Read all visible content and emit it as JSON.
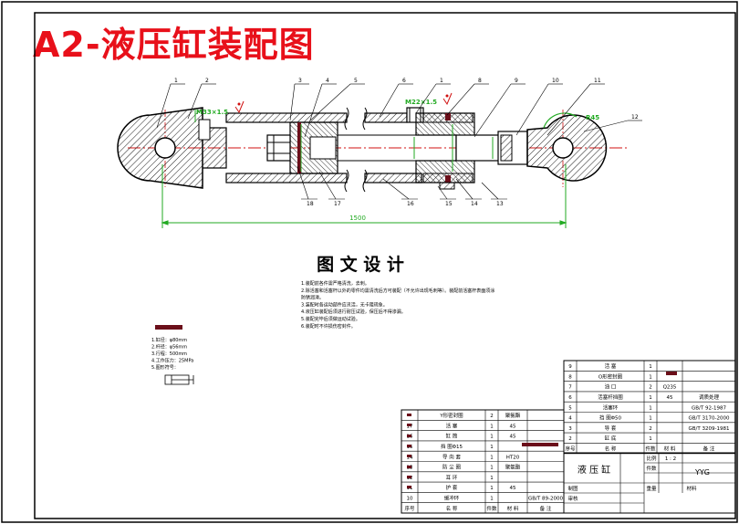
{
  "title": "A2-液压缸装配图",
  "colors": {
    "accent": "#e8101a",
    "dim": "#22aa22",
    "hatch": "#1a1a1a",
    "axis": "#d01010",
    "filled": "#6b0f1a"
  },
  "dimension": {
    "total_length": "1500"
  },
  "callouts": {
    "top": [
      "1",
      "2",
      "3",
      "4",
      "5",
      "6",
      "1",
      "8",
      "9",
      "10",
      "11",
      "12"
    ],
    "bottom": [
      "18",
      "17",
      "16",
      "15",
      "14",
      "13"
    ],
    "thread_a": "M33×1.5",
    "thread_b": "M22×1.5",
    "r_mark": "R45"
  },
  "design_title": "图 文 设 计",
  "tech_notes": [
    "1.装配前各件需严格清洗，去刺。",
    "2.除活塞和活塞杆以外的零件均需清洗后方可装配（不允许出现毛刺等）。装配前活塞杆表面须涂",
    "  防锈润滑。",
    "3.装配时各运动部件应灵活，无卡阻现象。",
    "4.液压缸装配后须进行耐压试验，保压后不得渗漏。",
    "5.装配完毕后须做运动试验。",
    "6.装配时不许损伤密封件。"
  ],
  "spec_list": [
    "1.缸径：φ80mm",
    "2.杆径：φ56mm",
    "3.行程：500mm",
    "4.工作压力：25MPa",
    "5.图形符号："
  ],
  "bom_upper": [
    {
      "no": "9",
      "name": "活 塞",
      "qty": "1",
      "mat": "",
      "note": ""
    },
    {
      "no": "8",
      "name": "O形密封圈",
      "qty": "1",
      "mat": "",
      "note": ""
    },
    {
      "no": "7",
      "name": "油 口",
      "qty": "2",
      "mat": "Q235",
      "note": ""
    },
    {
      "no": "6",
      "name": "活塞杆挡圈",
      "qty": "1",
      "mat": "45",
      "note": "调质处理"
    },
    {
      "no": "5",
      "name": "活塞环",
      "qty": "1",
      "mat": "",
      "note": "GB/T 92-1987"
    },
    {
      "no": "4",
      "name": "挡 圈Φ50",
      "qty": "1",
      "mat": "",
      "note": "GB/T 3170-2000"
    },
    {
      "no": "3",
      "name": "导 套",
      "qty": "2",
      "mat": "",
      "note": "GB/T 3209-1981"
    },
    {
      "no": "2",
      "name": "缸 底",
      "qty": "1",
      "mat": "",
      "note": ""
    }
  ],
  "bom_lower": [
    {
      "no": "",
      "name": "Y形密封圈",
      "qty": "2",
      "mat": "聚氨酯",
      "note": ""
    },
    {
      "no": "17",
      "name": "活 塞",
      "qty": "1",
      "mat": "45",
      "note": ""
    },
    {
      "no": "16",
      "name": "缸 筒",
      "qty": "1",
      "mat": "45",
      "note": ""
    },
    {
      "no": "15",
      "name": "挡 圈Φ15",
      "qty": "1",
      "mat": "",
      "note": ""
    },
    {
      "no": "14",
      "name": "导 向 套",
      "qty": "1",
      "mat": "HT20",
      "note": ""
    },
    {
      "no": "13",
      "name": "防 尘 圈",
      "qty": "1",
      "mat": "聚氨酯",
      "note": ""
    },
    {
      "no": "12",
      "name": "耳 环",
      "qty": "1",
      "mat": "",
      "note": ""
    },
    {
      "no": "11",
      "name": "护 套",
      "qty": "1",
      "mat": "45",
      "note": ""
    },
    {
      "no": "10",
      "name": "缓冲环",
      "qty": "1",
      "mat": "",
      "note": "GB/T 89-2000"
    }
  ],
  "bom_header": {
    "no": "序号",
    "name": "名 称",
    "qty": "件数",
    "mat": "材 料",
    "note": "备 注"
  },
  "title_block": {
    "drawing_name": "液 压 缸",
    "scale_label": "比例",
    "scale_value": "1 : 2",
    "qty_label": "件数",
    "weight_label": "重量",
    "material_label": "材料",
    "code": "YYG",
    "design_label": "制图",
    "check_label": "审核"
  }
}
